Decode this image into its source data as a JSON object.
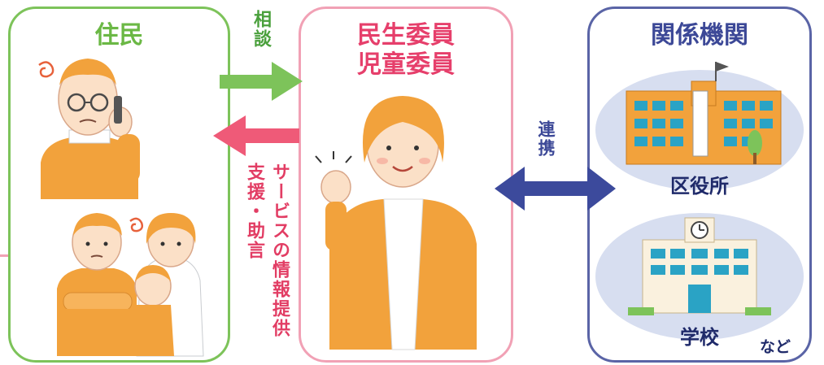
{
  "panels": {
    "resident": {
      "title": "住民"
    },
    "commissioner": {
      "title_line1": "民生委員",
      "title_line2": "児童委員"
    },
    "organizations": {
      "title": "関係機関",
      "ward_office": "区役所",
      "school": "学校",
      "etc": "など"
    }
  },
  "arrows": {
    "consultation": {
      "label": "相談"
    },
    "support": {
      "label_line1": "サービスの情報提供",
      "label_line2": "支援・助言"
    },
    "cooperation": {
      "label": "連携"
    }
  },
  "colors": {
    "resident": "#7dc35a",
    "commissioner": "#f1a1b5",
    "organizations": "#5a64a6",
    "consult_arrow": "#7dc35a",
    "support_arrow": "#ef5a78",
    "link_arrow": "#3c4a9c",
    "figure_orange": "#f2a23c"
  },
  "icons": {
    "worry": "swirl-worry-icon",
    "building": "ward-office-building",
    "school": "school-building"
  }
}
